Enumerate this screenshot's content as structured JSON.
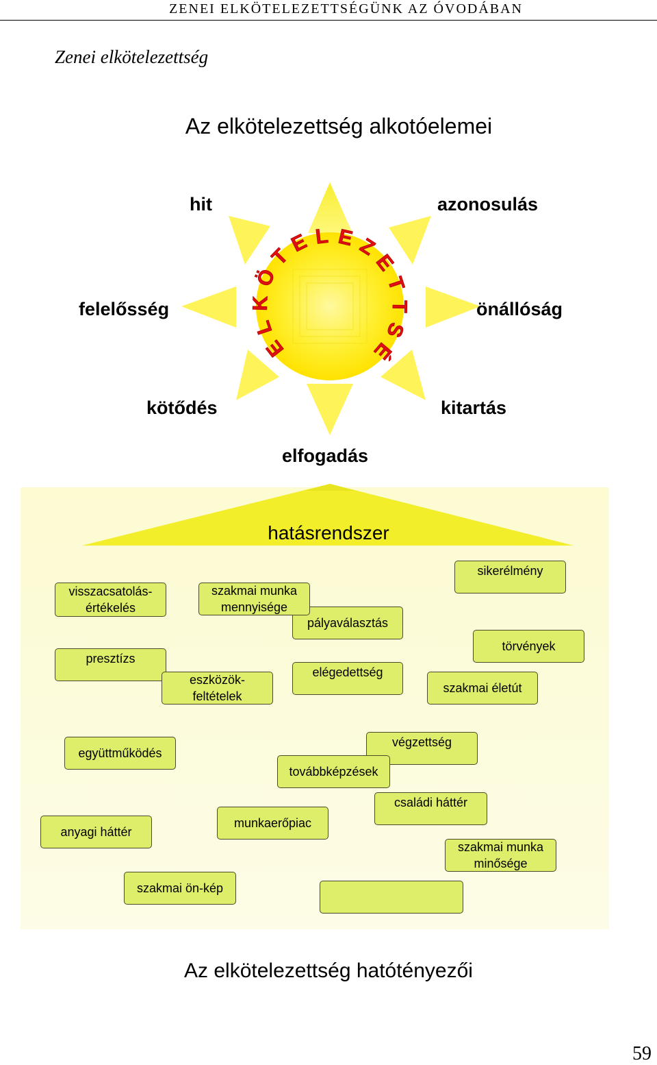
{
  "header": {
    "running_title": "ZENEI ELKÖTELEZETTSÉGÜNK AZ ÓVODÁBAN"
  },
  "section_title": "Zenei elkötelezettség",
  "diagram1": {
    "title": "Az elkötelezettség alkotóelemei",
    "sun_text": "ELKÖTELEZETTSÉG",
    "words": {
      "hit": "hit",
      "azonosulas": "azonosulás",
      "felelosseg": "felelősség",
      "onallosag": "önállóság",
      "kotodes": "kötődés",
      "kitartas": "kitartás",
      "elfogadas": "elfogadás"
    }
  },
  "diagram2": {
    "title": "hatásrendszer",
    "boxes": {
      "visszacsatolas": "visszacsatolás-értékelés",
      "szakmai_munka_mennyisege": "szakmai munka mennyisége",
      "sikerelmeny": "sikerélmény",
      "palyavalasztas": "pályaválasztás",
      "torvenyek": "törvények",
      "presztizs": "presztízs",
      "eszkozok": "eszközök-feltételek",
      "elegedettseg": "elégedettség",
      "szakmai_eletut": "szakmai életút",
      "egyuttmukodes": "együttműködés",
      "vegzettseg": "végzettség",
      "tovabbkepzesek": "továbbképzések",
      "csaladi_hatter": "családi háttér",
      "anyagi_hatter": "anyagi háttér",
      "munkaeropiac": "munkaerőpiac",
      "szakmai_munka_minosege": "szakmai munka minősége",
      "szakmai_on_kep": "szakmai ön-kép",
      "empty": ""
    },
    "footer_title": "Az elkötelezettség hatótényezői"
  },
  "page_number": "59",
  "colors": {
    "sun_core": "#ffe81a",
    "sun_ray": "#fff24a",
    "box_fill": "#dfee6a",
    "sun_text": "#e01010"
  }
}
